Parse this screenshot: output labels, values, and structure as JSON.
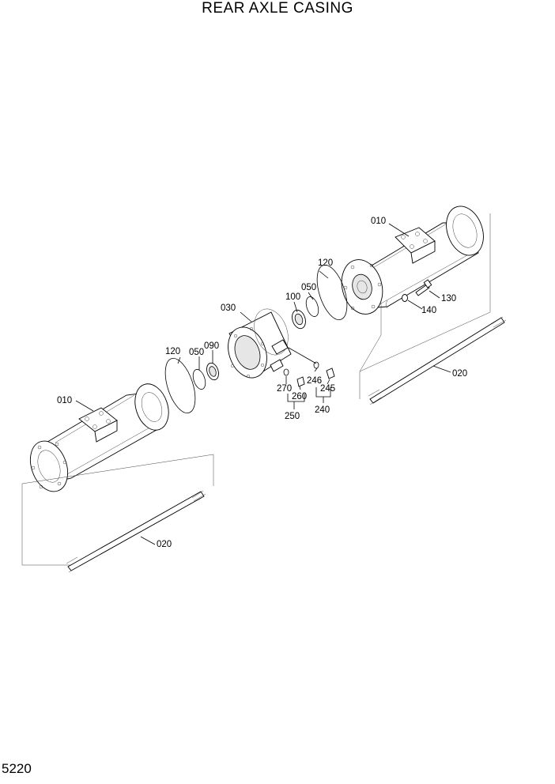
{
  "title": "REAR AXLE CASING",
  "page_number": "5220",
  "callouts": {
    "casing_right": "010",
    "casing_left": "010",
    "oring_right": "120",
    "oring_left": "120",
    "seal_right": "050",
    "seal_left": "050",
    "bearing_right": "100",
    "bearing_left": "090",
    "housing": "030",
    "bolt": "130",
    "washer": "140",
    "shaft_right": "020",
    "shaft_left": "020",
    "plug_246": "246",
    "plug_245": "245",
    "group_240": "240",
    "plug_270": "270",
    "plug_260": "260",
    "group_250": "250"
  }
}
